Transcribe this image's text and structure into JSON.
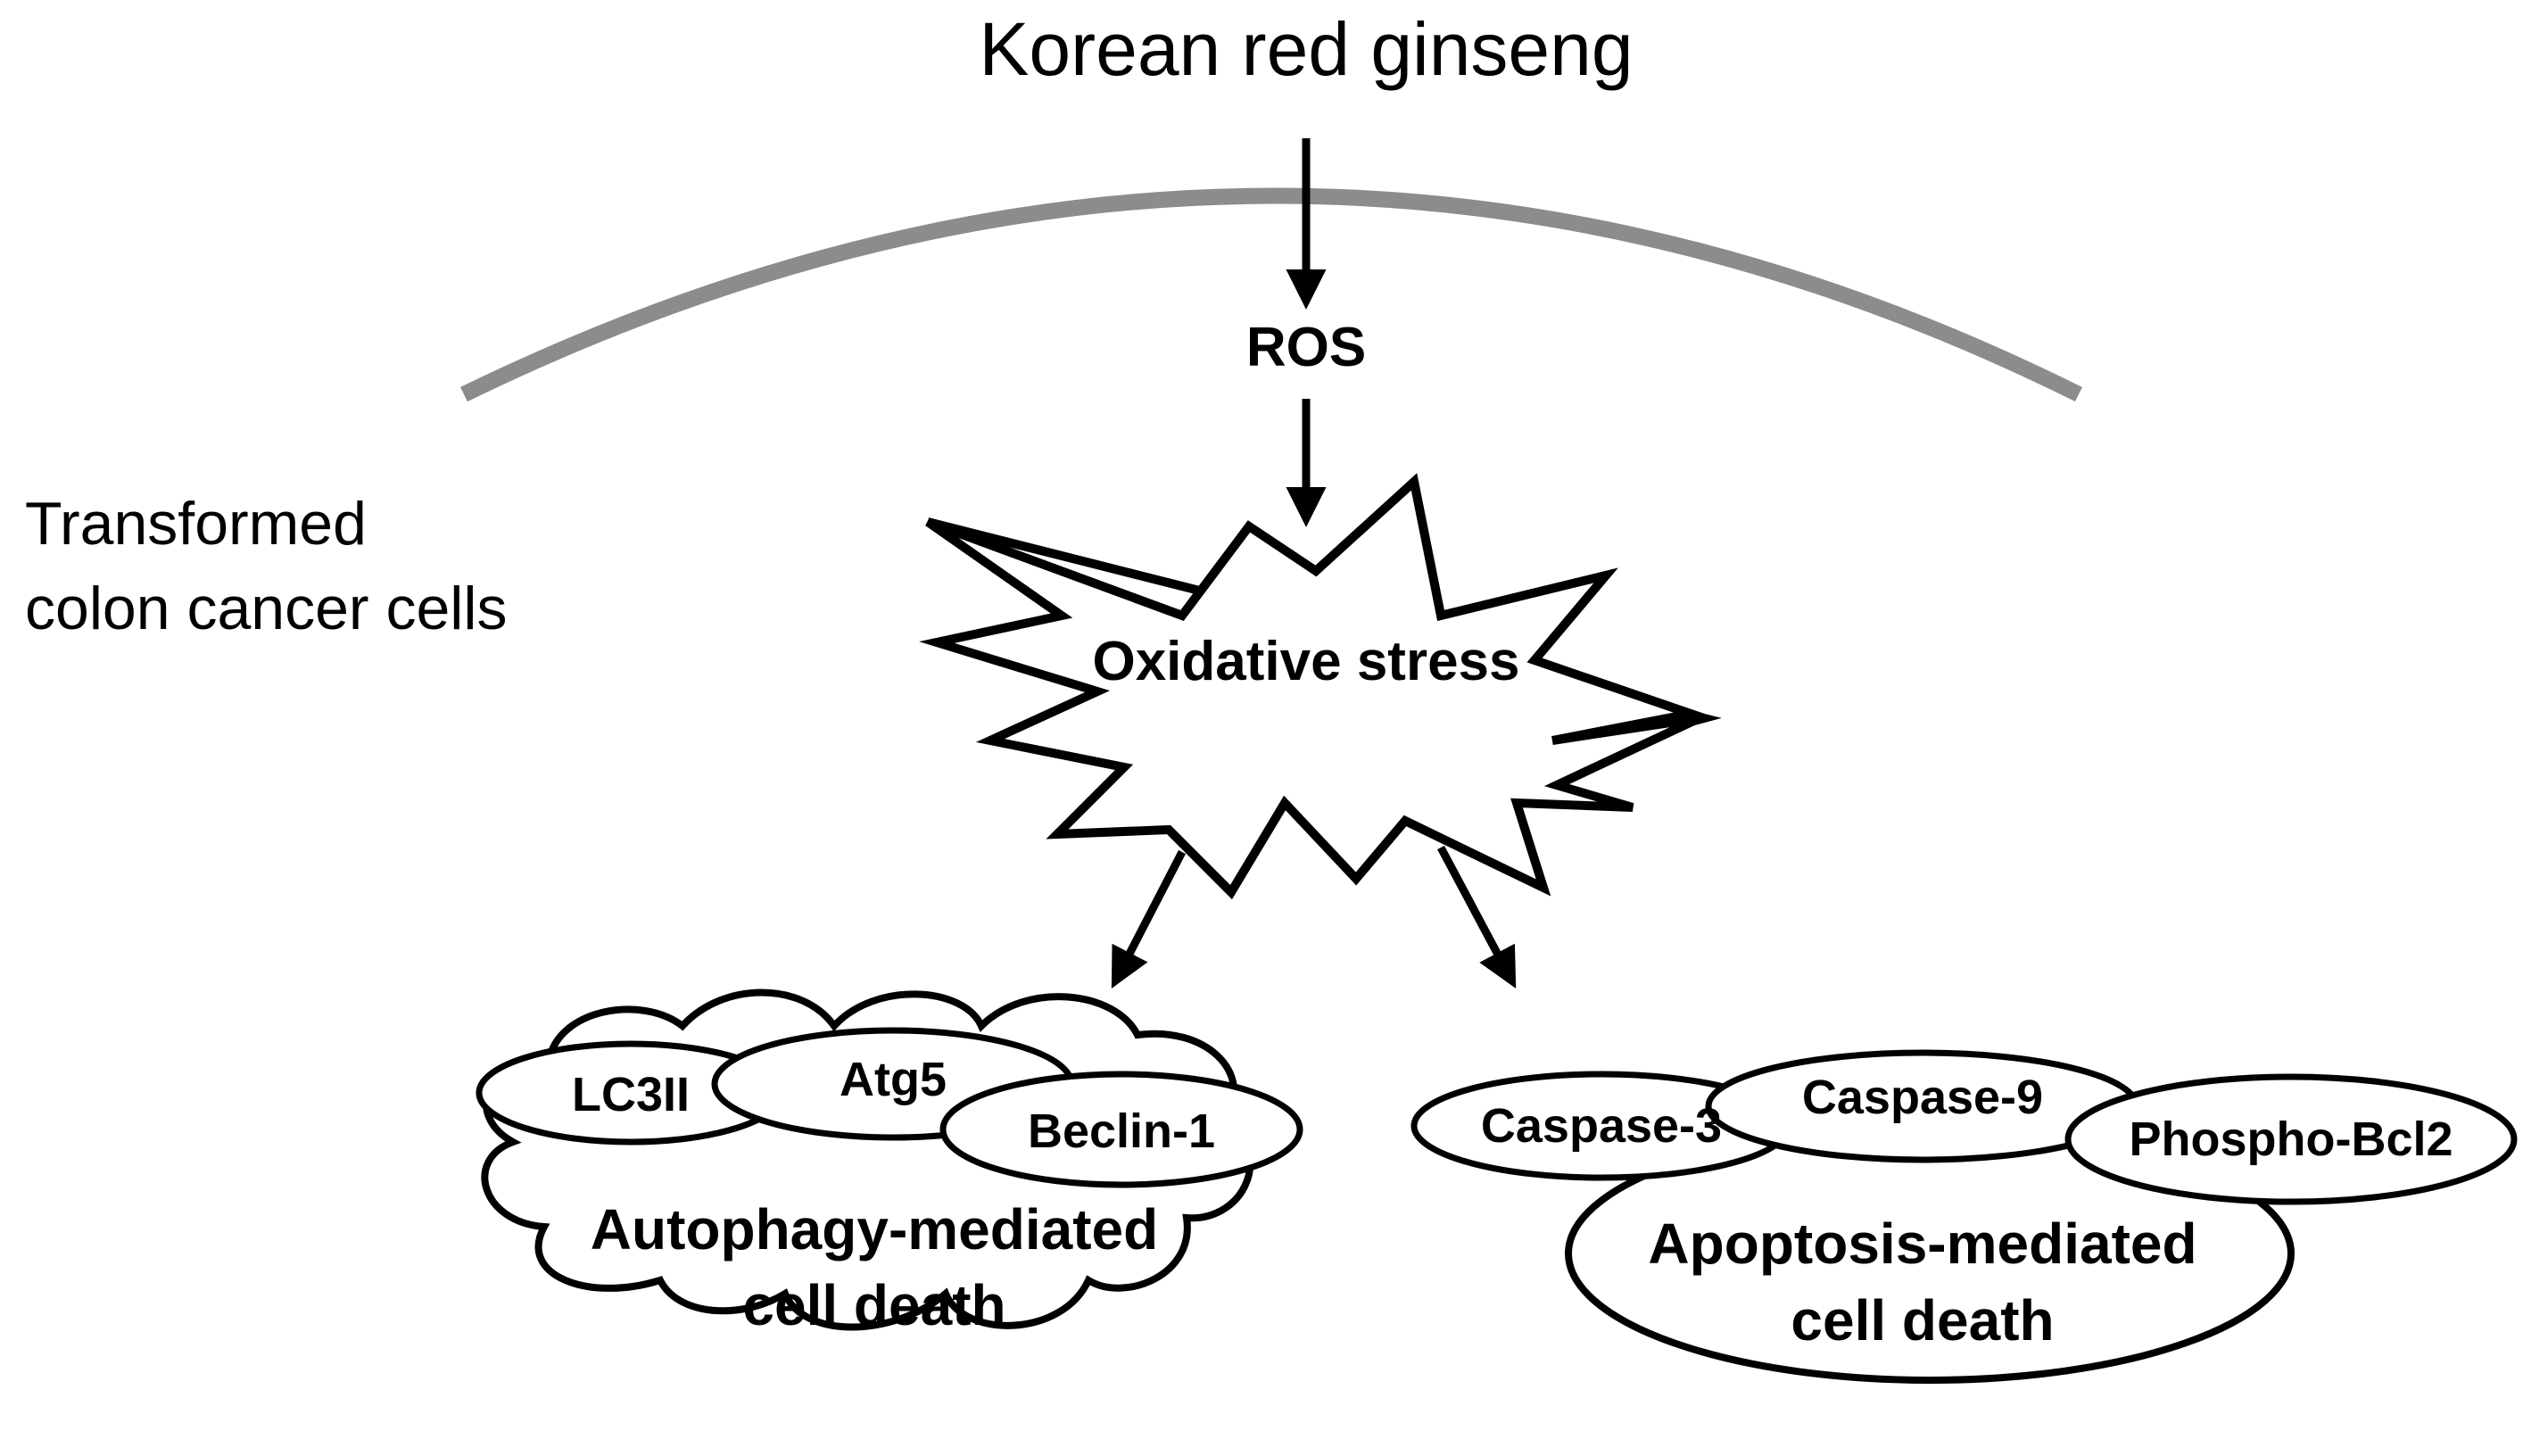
{
  "title": "Korean red ginseng",
  "cell_label": {
    "line1": "Transformed",
    "line2": "colon cancer cells"
  },
  "ros_label": "ROS",
  "stress_label": "Oxidative stress",
  "autophagy": {
    "markers": [
      "LC3II",
      "Atg5",
      "Beclin-1"
    ],
    "outcome_line1": "Autophagy-mediated",
    "outcome_line2": "cell death"
  },
  "apoptosis": {
    "markers": [
      "Caspase-3",
      "Caspase-9",
      "Phospho-Bcl2"
    ],
    "outcome_line1": "Apoptosis-mediated",
    "outcome_line2": "cell death"
  },
  "colors": {
    "membrane": "#8c8c8c",
    "stroke": "#000000",
    "fill": "#ffffff"
  }
}
